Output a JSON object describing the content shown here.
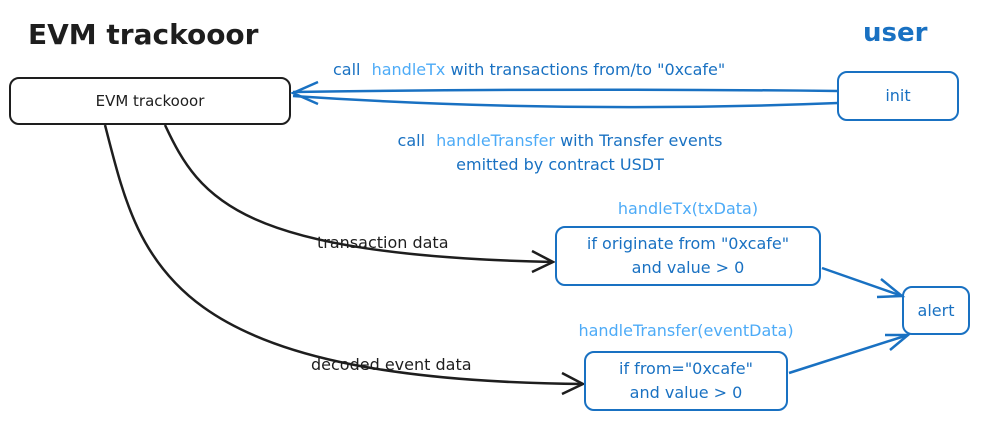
{
  "colors": {
    "ink": "#1e1e1e",
    "blue": "#1971c2",
    "light_blue": "#4dabf7"
  },
  "titles": {
    "left": "EVM trackooor",
    "right": "user"
  },
  "nodes": {
    "tracker": "EVM trackooor",
    "init": "init",
    "alert": "alert",
    "tx_filter": {
      "line1": "if originate from \"0xcafe\"",
      "line2": "and value > 0"
    },
    "transfer_filter": {
      "line1": "if from=\"0xcafe\"",
      "line2": "and value > 0"
    }
  },
  "handlers": {
    "tx": "handleTx(txData)",
    "transfer": "handleTransfer(eventData)"
  },
  "edges": {
    "call_tx": {
      "prefix": "call",
      "fn": "handleTx",
      "suffix": "with transactions from/to \"0xcafe\""
    },
    "call_transfer": {
      "prefix": "call",
      "fn": "handleTransfer",
      "suffix": "with Transfer events",
      "line2": "emitted by contract USDT"
    },
    "transaction_data": "transaction data",
    "decoded_event_data": "decoded event data"
  }
}
